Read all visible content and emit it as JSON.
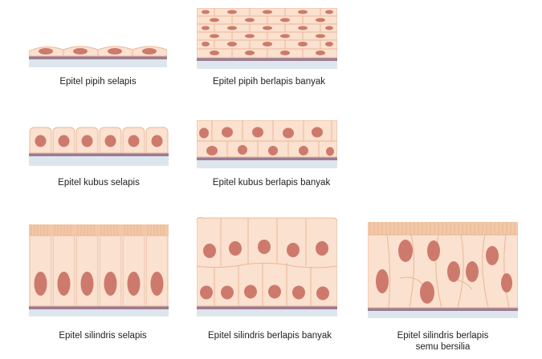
{
  "captions": {
    "simple_squamous": "Epitel pipih selapis",
    "stratified_squamous": "Epitel pipih berlapis banyak",
    "simple_cuboidal": "Epitel kubus selapis",
    "stratified_cuboidal": "Epitel kubus berlapis banyak",
    "simple_columnar": "Epitel silindris selapis",
    "stratified_columnar": "Epitel silindris berlapis banyak",
    "pseudostratified_line1": "Epitel silindris berlapis",
    "pseudostratified_line2": "semu bersilia"
  },
  "colors": {
    "cell_fill": "#fbe1cf",
    "cell_border": "#e8b898",
    "nucleus": "#cd7a6c",
    "basement_membrane": "#9b7c96",
    "connective_tissue": "#dde6ec",
    "cilia": "#e9b994"
  }
}
